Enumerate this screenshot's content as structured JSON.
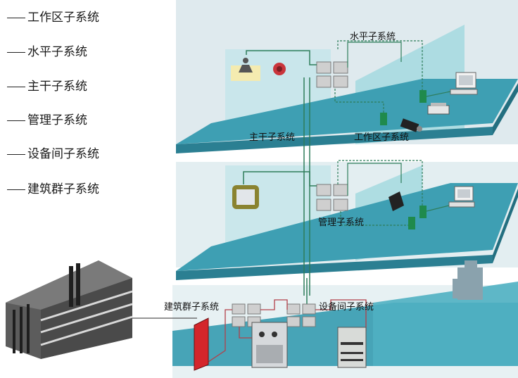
{
  "legend": {
    "items": [
      {
        "label": "工作区子系统"
      },
      {
        "label": "水平子系统"
      },
      {
        "label": "主干子系统"
      },
      {
        "label": "管理子系统"
      },
      {
        "label": "设备间子系统"
      },
      {
        "label": "建筑群子系统"
      }
    ]
  },
  "diagram": {
    "labels": {
      "horizontal": "水平子系统",
      "backbone": "主干子系统",
      "work_area": "工作区子系统",
      "admin": "管理子系统",
      "building_complex": "建筑群子系统",
      "equipment_room": "设备间子系统"
    }
  },
  "colors": {
    "floor": "#3e9fb3",
    "floor_edge": "#2b7f92",
    "wall_back": "#cfe6ec",
    "wall_glass": "#9ed6dd",
    "cable": "#2e7d5a",
    "cable_red": "#b3404a",
    "switch": "#c9c9c9",
    "socket": "#1f8a4c"
  }
}
